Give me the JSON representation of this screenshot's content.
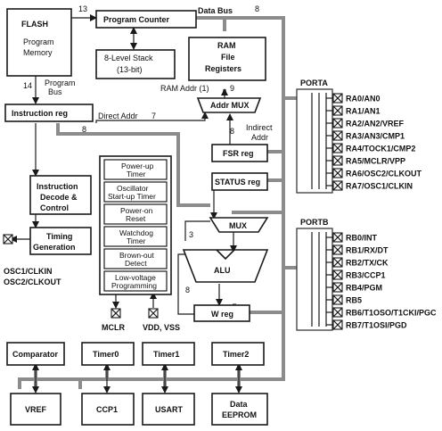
{
  "blocks": {
    "flash": [
      "FLASH",
      "Program",
      "Memory"
    ],
    "program_counter": "Program Counter",
    "stack": [
      "8-Level Stack",
      "(13-bit)"
    ],
    "ram": [
      "RAM",
      "File",
      "Registers"
    ],
    "addr_mux": "Addr MUX",
    "instruction_reg": "Instruction reg",
    "instruction_decode": [
      "Instruction",
      "Decode &",
      "Control"
    ],
    "timing_generation": [
      "Timing",
      "Generation"
    ],
    "fsr_reg": "FSR reg",
    "status_reg": "STATUS reg",
    "mux": "MUX",
    "alu": "ALU",
    "w_reg": "W reg",
    "porta": "PORTA",
    "portb": "PORTB",
    "comparator": "Comparator",
    "timer0": "Timer0",
    "timer1": "Timer1",
    "timer2": "Timer2",
    "vref": "VREF",
    "ccp1": "CCP1",
    "usart": "USART",
    "data_eeprom": [
      "Data",
      "EEPROM"
    ]
  },
  "control_items": [
    [
      "Power-up",
      "Timer"
    ],
    [
      "Oscillator",
      "Start-up Timer"
    ],
    [
      "Power-on",
      "Reset"
    ],
    [
      "Watchdog",
      "Timer"
    ],
    [
      "Brown-out",
      "Detect"
    ],
    [
      "Low-voltage",
      "Programming"
    ]
  ],
  "labels": {
    "bus13": "13",
    "data_bus": "Data Bus",
    "bus8_top": "8",
    "bus14": "14",
    "program_bus": [
      "Program",
      "Bus"
    ],
    "ram_addr": "RAM Addr (1)",
    "bus9": "9",
    "direct_addr": "Direct Addr",
    "bus7": "7",
    "bus8_left": "8",
    "bus8_fsr": "8",
    "indirect_addr": [
      "Indirect",
      "Addr"
    ],
    "bus3": "3",
    "bus8_alu": "8",
    "osc": [
      "OSC1/CLKIN",
      "OSC2/CLKOUT"
    ],
    "mclr": "MCLR",
    "vdd_vss": "VDD, VSS"
  },
  "porta_pins": [
    "RA0/AN0",
    "RA1/AN1",
    "RA2/AN2/VREF",
    "RA3/AN3/CMP1",
    "RA4/TOCK1/CMP2",
    "RA5/MCLR/VPP",
    "RA6/OSC2/CLKOUT",
    "RA7/OSC1/CLKIN"
  ],
  "portb_pins": [
    "RB0/INT",
    "RB1/RX/DT",
    "RB2/TX/CK",
    "RB3/CCP1",
    "RB4/PGM",
    "RB5",
    "RB6/T1OSO/T1CKI/PGC",
    "RB7/T1OSI/PGD"
  ],
  "icons": {
    "pin": "x-box-icon",
    "arrow": "arrowhead-icon"
  }
}
